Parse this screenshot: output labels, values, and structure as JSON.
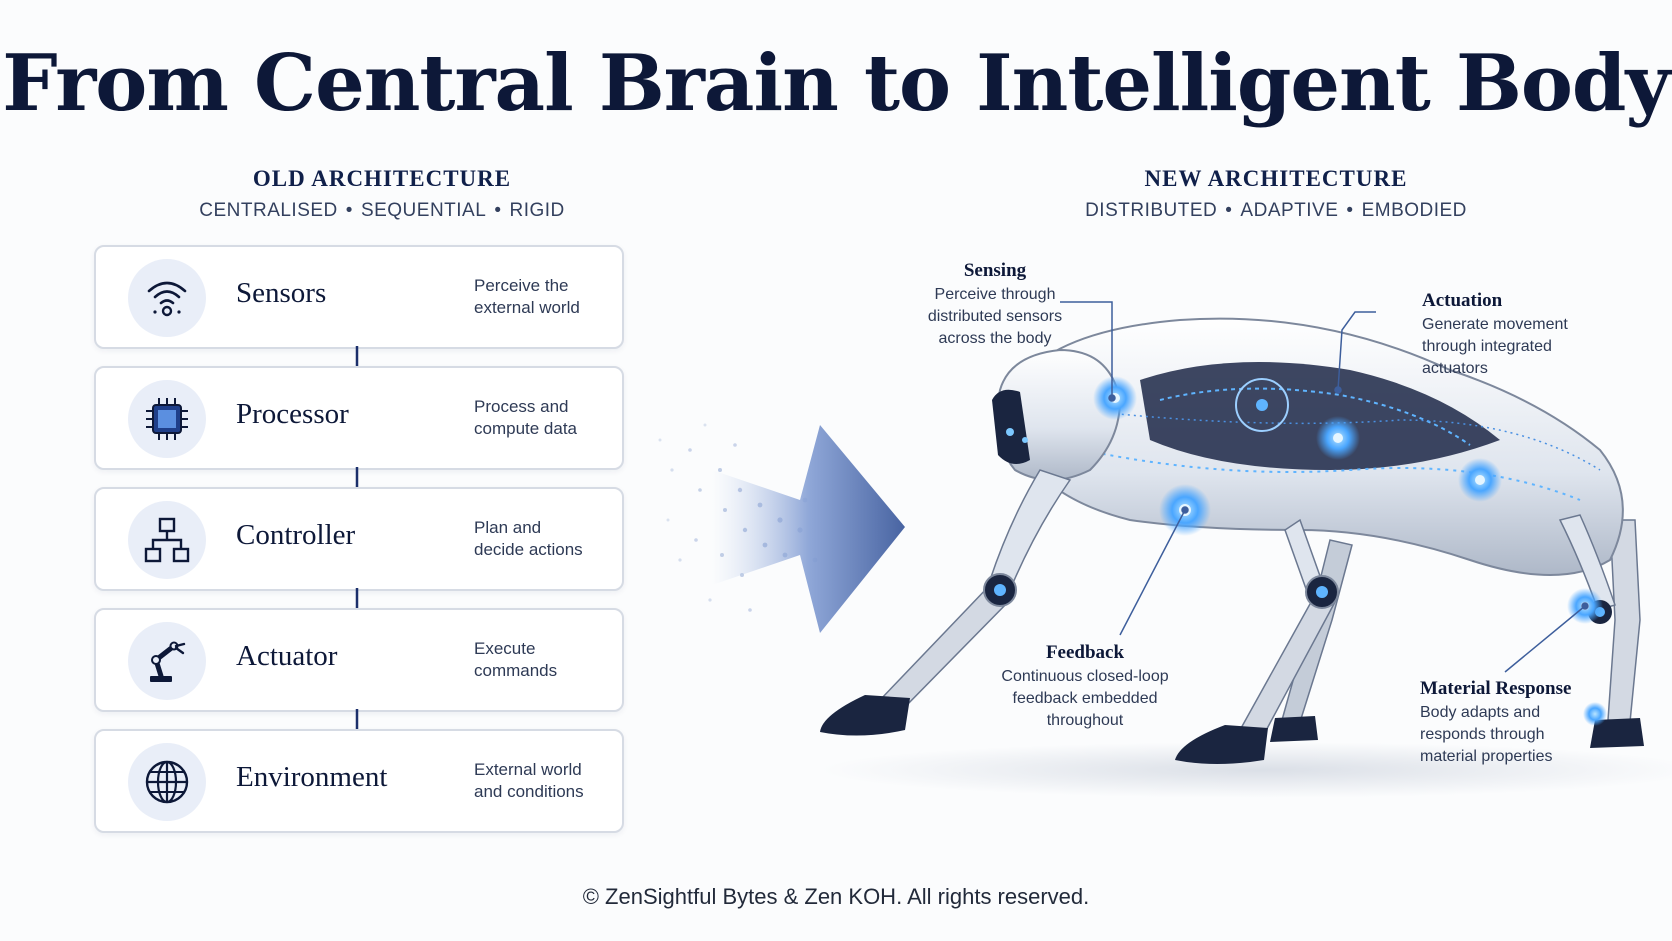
{
  "title": "From Central Brain to Intelligent Body",
  "old_architecture": {
    "heading": "OLD ARCHITECTURE",
    "tags": [
      "CENTRALISED",
      "SEQUENTIAL",
      "RIGID"
    ],
    "tag_separator": "•",
    "steps": [
      {
        "label": "Sensors",
        "desc_line1": "Perceive the",
        "desc_line2": "external world",
        "icon": "wifi-sensor-icon"
      },
      {
        "label": "Processor",
        "desc_line1": "Process and",
        "desc_line2": "compute data",
        "icon": "chip-icon"
      },
      {
        "label": "Controller",
        "desc_line1": "Plan and",
        "desc_line2": "decide actions",
        "icon": "hierarchy-icon"
      },
      {
        "label": "Actuator",
        "desc_line1": "Execute",
        "desc_line2": "commands",
        "icon": "robot-arm-icon"
      },
      {
        "label": "Environment",
        "desc_line1": "External world",
        "desc_line2": "and conditions",
        "icon": "globe-icon"
      }
    ]
  },
  "new_architecture": {
    "heading": "NEW ARCHITECTURE",
    "tags": [
      "DISTRIBUTED",
      "ADAPTIVE",
      "EMBODIED"
    ],
    "tag_separator": "•",
    "callouts": {
      "sensing": {
        "title": "Sensing",
        "lines": [
          "Perceive through",
          "distributed sensors",
          "across the body"
        ]
      },
      "actuation": {
        "title": "Actuation",
        "lines": [
          "Generate movement",
          "through integrated",
          "actuators"
        ]
      },
      "feedback": {
        "title": "Feedback",
        "lines": [
          "Continuous closed-loop",
          "feedback embedded",
          "throughout"
        ]
      },
      "material": {
        "title": "Material Response",
        "lines": [
          "Body adapts and",
          "responds through",
          "material properties"
        ]
      }
    }
  },
  "copyright": "© ZenSightful Bytes & Zen KOH. All rights reserved.",
  "colors": {
    "navy": "#0d1838",
    "accent": "#3d7be0",
    "glow": "#5fb4ff",
    "border": "#d6dbe4"
  }
}
